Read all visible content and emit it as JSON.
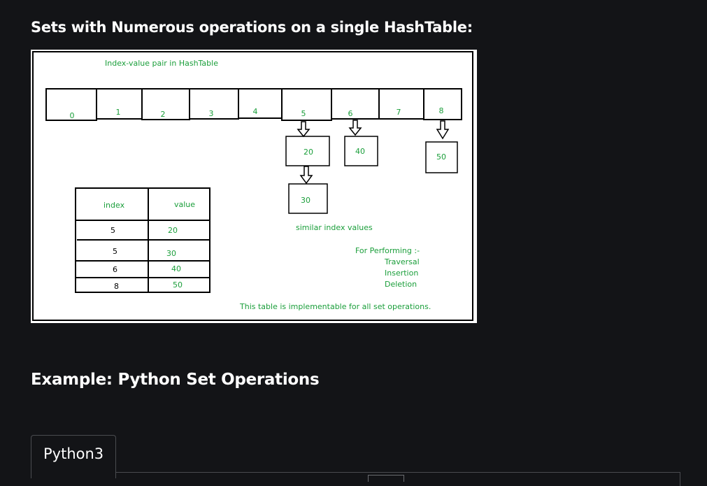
{
  "headings": {
    "h1": "Sets with Numerous operations on a single HashTable:",
    "h2": "Example: Python Set Operations"
  },
  "figure": {
    "caption_top": "Index-value pair in HashTable",
    "slots": [
      "0",
      "1",
      "2",
      "3",
      "4",
      "5",
      "6",
      "7",
      "8"
    ],
    "chain_nodes": [
      "20",
      "30",
      "40",
      "50"
    ],
    "table_headers": [
      "index",
      "value"
    ],
    "table_rows": [
      [
        "5",
        "20"
      ],
      [
        "5",
        "30"
      ],
      [
        "6",
        "40"
      ],
      [
        "8",
        "50"
      ]
    ],
    "similar_note": "similar index values",
    "performing_title": "For Performing  :-",
    "operations": [
      "Traversal",
      "Insertion",
      "Deletion"
    ],
    "footer_note": "This table is implementable for all set operations.",
    "green": "#1a9e3a"
  },
  "tab": {
    "label": "Python3"
  }
}
